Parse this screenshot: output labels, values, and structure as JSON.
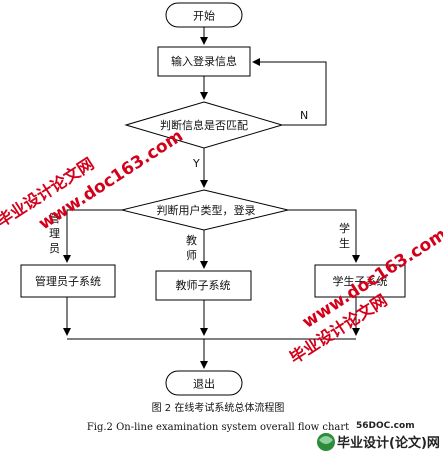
{
  "flowchart": {
    "start": "开始",
    "input_login": "输入登录信息",
    "match_check": "判断信息是否匹配",
    "label_no": "N",
    "label_yes": "Y",
    "user_type": "判断用户类型，登录",
    "branch_admin_label": [
      "管",
      "理",
      "员"
    ],
    "branch_teacher_label": [
      "教",
      "师"
    ],
    "branch_student_label": [
      "学",
      "生"
    ],
    "admin_subsystem": "管理员子系统",
    "teacher_subsystem": "教师子系统",
    "student_subsystem": "学生子系统",
    "exit": "退出"
  },
  "caption": {
    "cn": "图 2  在线考试系统总体流程图",
    "en": "Fig.2    On-line examination system overall flow chart"
  },
  "watermarks": {
    "left_title": "毕业设计论文网",
    "left_url": "www.doc163.com",
    "right_title": "毕业设计论文网",
    "right_url": "www.doc163.com",
    "logo_url": "56DOC.com",
    "logo_text": "毕业设计(论文)网"
  },
  "colors": {
    "watermark": "#d4001a",
    "line": "#000000"
  }
}
